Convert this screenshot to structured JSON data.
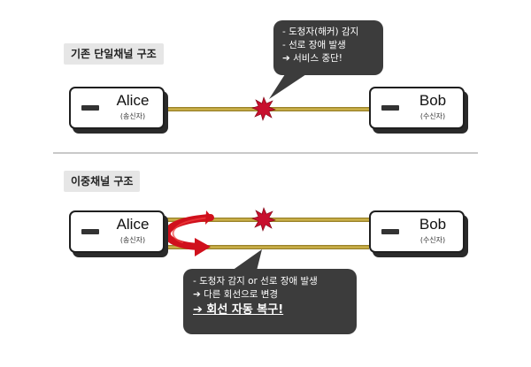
{
  "sections": {
    "single": {
      "label": "기존 단일채널 구조"
    },
    "dual": {
      "label": "이중채널 구조"
    }
  },
  "nodes": {
    "sender": {
      "name": "Alice",
      "role": "(송신자)"
    },
    "receiver": {
      "name": "Bob",
      "role": "(수신자)"
    }
  },
  "callouts": {
    "single": {
      "lines": [
        "- 도청자(해커) 감지",
        "- 선로 장애 발생",
        "➔ 서비스 중단!"
      ]
    },
    "dual": {
      "lines": [
        "- 도청자 감지 or 선로 장애 발생",
        "➔ 다른 회선으로 변경",
        "➔ 회선 자동 복구!"
      ]
    }
  },
  "colors": {
    "line": "#c8aa3c",
    "burst": "#c8102e",
    "arrow": "#d0101c",
    "bubble": "#3c3c3c",
    "label_bg": "#e6e6e6"
  },
  "icons": {
    "fault": "explosion-icon",
    "reroute": "curved-arrow-icon",
    "dongle": "usb-slot-icon"
  }
}
